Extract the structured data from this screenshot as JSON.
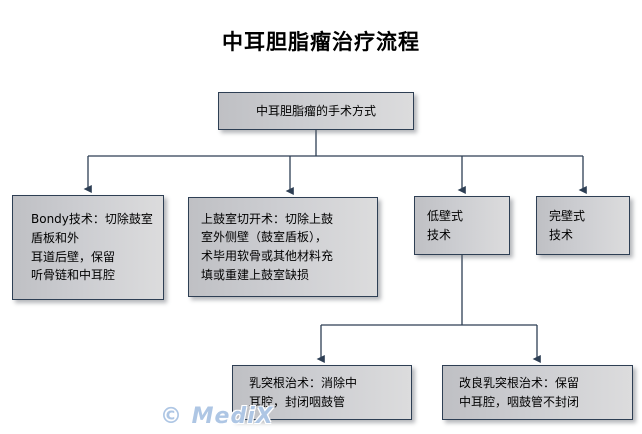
{
  "title": "中耳胆脂瘤治疗流程",
  "watermark": "© MediX",
  "colors": {
    "node_border": "#2e3f54",
    "node_fill_left": "#bfc0c4",
    "node_fill_right": "#dcdcdd",
    "connector": "#2e3f54",
    "text": "#000000",
    "watermark": "#aec6e4",
    "background": "#ffffff"
  },
  "nodes": {
    "root": {
      "label": "中耳胆脂瘤的手术方式"
    },
    "level1": [
      {
        "id": "bondy",
        "label": "Bondy技术：切除鼓室盾板和外\n耳道后壁，保留\n听骨链和中耳腔"
      },
      {
        "id": "atticotomy",
        "label": "上鼓室切开术：切除上鼓\n室外侧壁（鼓室盾板），\n术毕用软骨或其他材料充\n填或重建上鼓室缺损"
      },
      {
        "id": "low-wall",
        "label": "低壁式\n技术"
      },
      {
        "id": "canal-wall-up",
        "label": "完壁式\n技术"
      }
    ],
    "level2": [
      {
        "id": "radical",
        "label": "乳突根治术：消除中\n耳腔，封闭咽鼓管"
      },
      {
        "id": "mod-radical",
        "label": "改良乳突根治术：保留\n中耳腔，咽鼓管不封闭"
      }
    ]
  },
  "edges": [
    {
      "from": "root",
      "to": "bondy"
    },
    {
      "from": "root",
      "to": "atticotomy"
    },
    {
      "from": "root",
      "to": "low-wall"
    },
    {
      "from": "root",
      "to": "canal-wall-up"
    },
    {
      "from": "low-wall",
      "to": "radical"
    },
    {
      "from": "low-wall",
      "to": "mod-radical"
    }
  ]
}
